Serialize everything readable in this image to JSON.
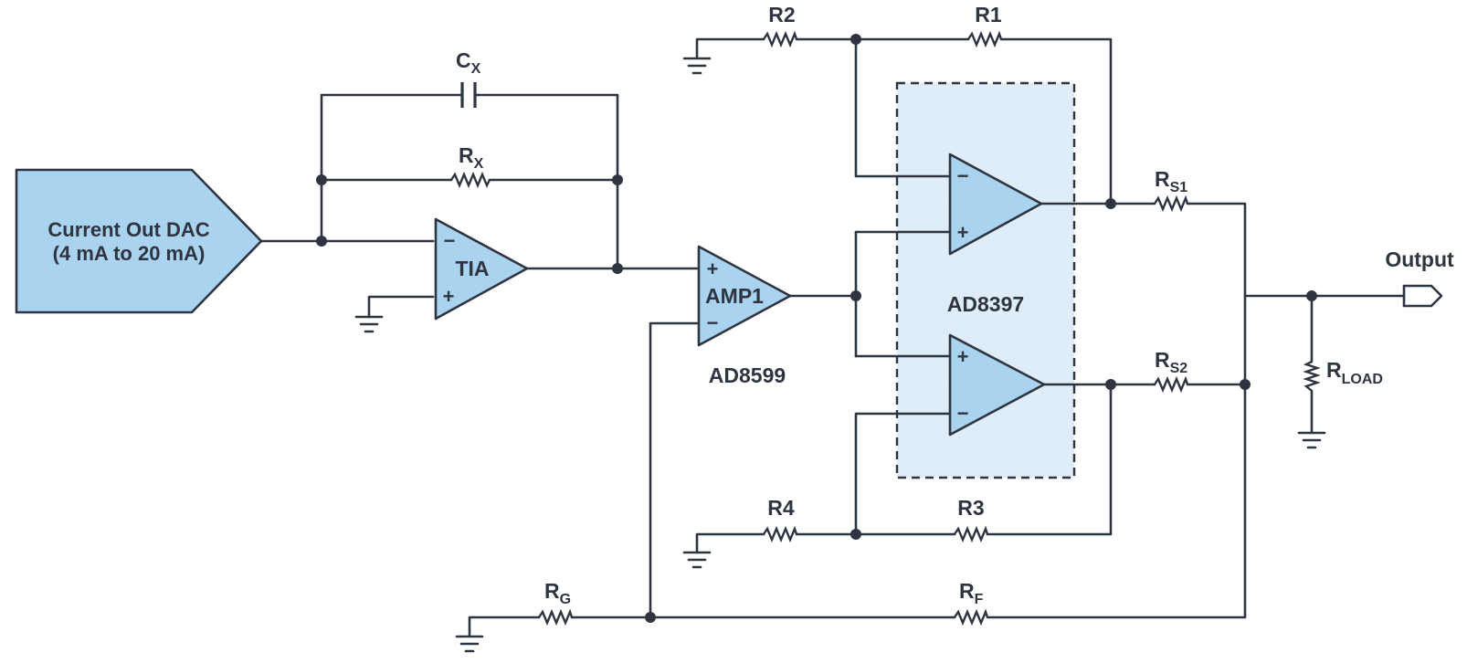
{
  "dac": {
    "line1": "Current Out DAC",
    "line2": "(4 mA to 20 mA)"
  },
  "amps": {
    "tia": "TIA",
    "amp1": "AMP1"
  },
  "parts": {
    "ad8599": "AD8599",
    "ad8397": "AD8397"
  },
  "pins": {
    "plus": "+",
    "minus": "−"
  },
  "components": {
    "cx": {
      "main": "C",
      "sub": "X"
    },
    "rx": {
      "main": "R",
      "sub": "X"
    },
    "r1": "R1",
    "r2": "R2",
    "r3": "R3",
    "r4": "R4",
    "rs1": {
      "main": "R",
      "sub": "S1"
    },
    "rs2": {
      "main": "R",
      "sub": "S2"
    },
    "rload": {
      "main": "R",
      "sub": "LOAD"
    },
    "rg": {
      "main": "R",
      "sub": "G"
    },
    "rf": {
      "main": "R",
      "sub": "F"
    }
  },
  "output": "Output",
  "colors": {
    "fill": "#a9d3ef",
    "box": "#deedf8",
    "line": "#2f3540"
  }
}
